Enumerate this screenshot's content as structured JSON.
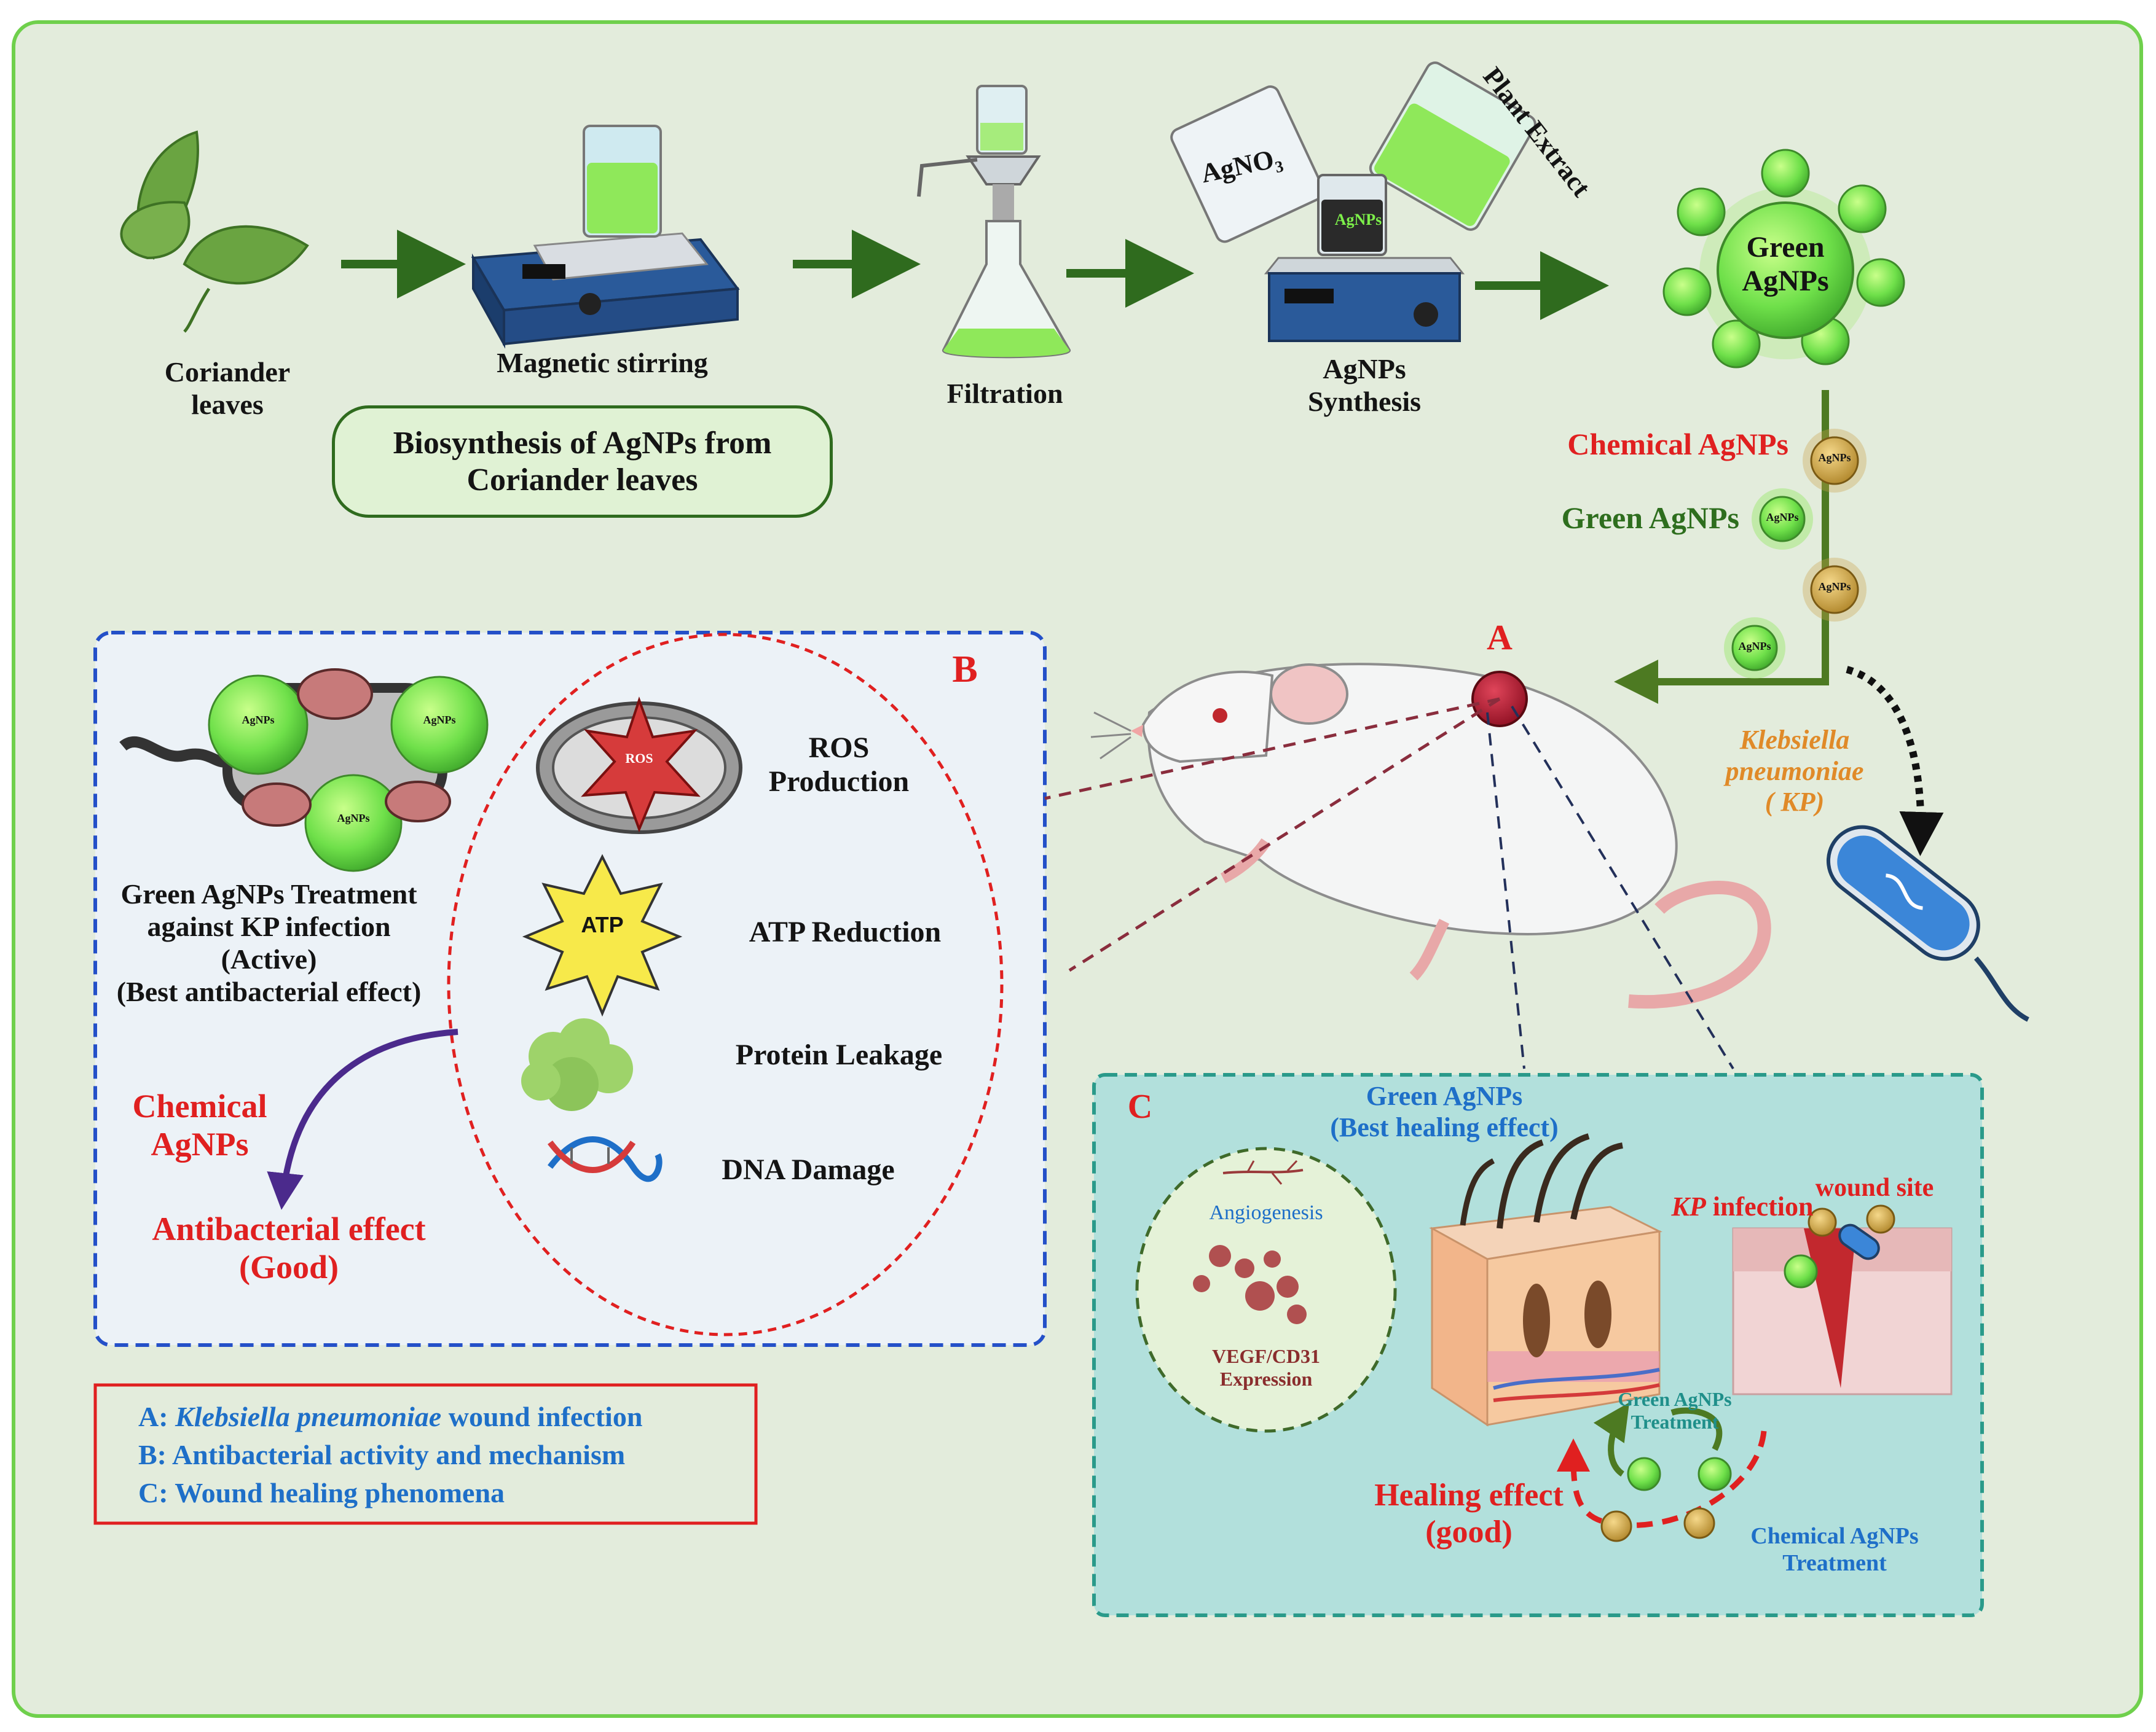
{
  "colors": {
    "background": "#e3ecdc",
    "frame": "#6fd04c",
    "arrow_green": "#2f6b1e",
    "panel_b_border": "#2450c8",
    "panel_c_border": "#2a9a8a",
    "panel_c_fill": "#b2e0dc",
    "red_text": "#e02020",
    "blue_text": "#1e6fc8"
  },
  "top_process": {
    "leaves_label": "Coriander\nleaves",
    "stirring_label": "Magnetic stirring",
    "filtration_label": "Filtration",
    "synthesis_label": "AgNPs\nSynthesis",
    "agno3_label": "AgNO₃",
    "plant_extract_label": "Plant Extract",
    "beaker_agnps_label": "AgNPs",
    "green_particle_label": "Green\nAgNPs",
    "biosynthesis_box": "Biosynthesis of AgNPs from\nCoriander leaves"
  },
  "right_side": {
    "chemical_label": "Chemical AgNPs",
    "green_label": "Green AgNPs",
    "particle_tag": "AgNPs",
    "kp_label": "Klebsiella\npneumoniae\n( KP)",
    "marker_a": "A"
  },
  "panel_b": {
    "letter": "B",
    "treatment_label": "Green AgNPs Treatment\nagainst KP infection\n(Active)\n(Best antibacterial effect)",
    "particle_tag": "AgNPs",
    "mechanisms": [
      {
        "icon": "ros-mitochondria-icon",
        "badge": "ROS",
        "label": "ROS\nProduction"
      },
      {
        "icon": "atp-burst-icon",
        "badge": "ATP",
        "label": "ATP Reduction"
      },
      {
        "icon": "protein-blob-icon",
        "badge": "",
        "label": "Protein Leakage"
      },
      {
        "icon": "dna-helix-icon",
        "badge": "",
        "label": "DNA Damage"
      }
    ],
    "chemical_label": "Chemical\nAgNPs",
    "effect_label": "Antibacterial effect\n(Good)"
  },
  "legend": {
    "a_prefix": "A: ",
    "a_italic": "Klebsiella pneumoniae",
    "a_suffix": " wound infection",
    "b": "B: Antibacterial activity and mechanism",
    "c": "C: Wound healing phenomena"
  },
  "panel_c": {
    "letter": "C",
    "green_label": "Green AgNPs\n(Best healing effect)",
    "angiogenesis": "Angiogenesis",
    "vegf": "VEGF/CD31\nExpression",
    "kp_italic": "KP",
    "kp_infection": " infection",
    "wound_site": "wound site",
    "green_treatment": "Green AgNPs\nTreatment",
    "chemical_treatment": "Chemical AgNPs\nTreatment",
    "healing_effect": "Healing effect\n(good)"
  }
}
